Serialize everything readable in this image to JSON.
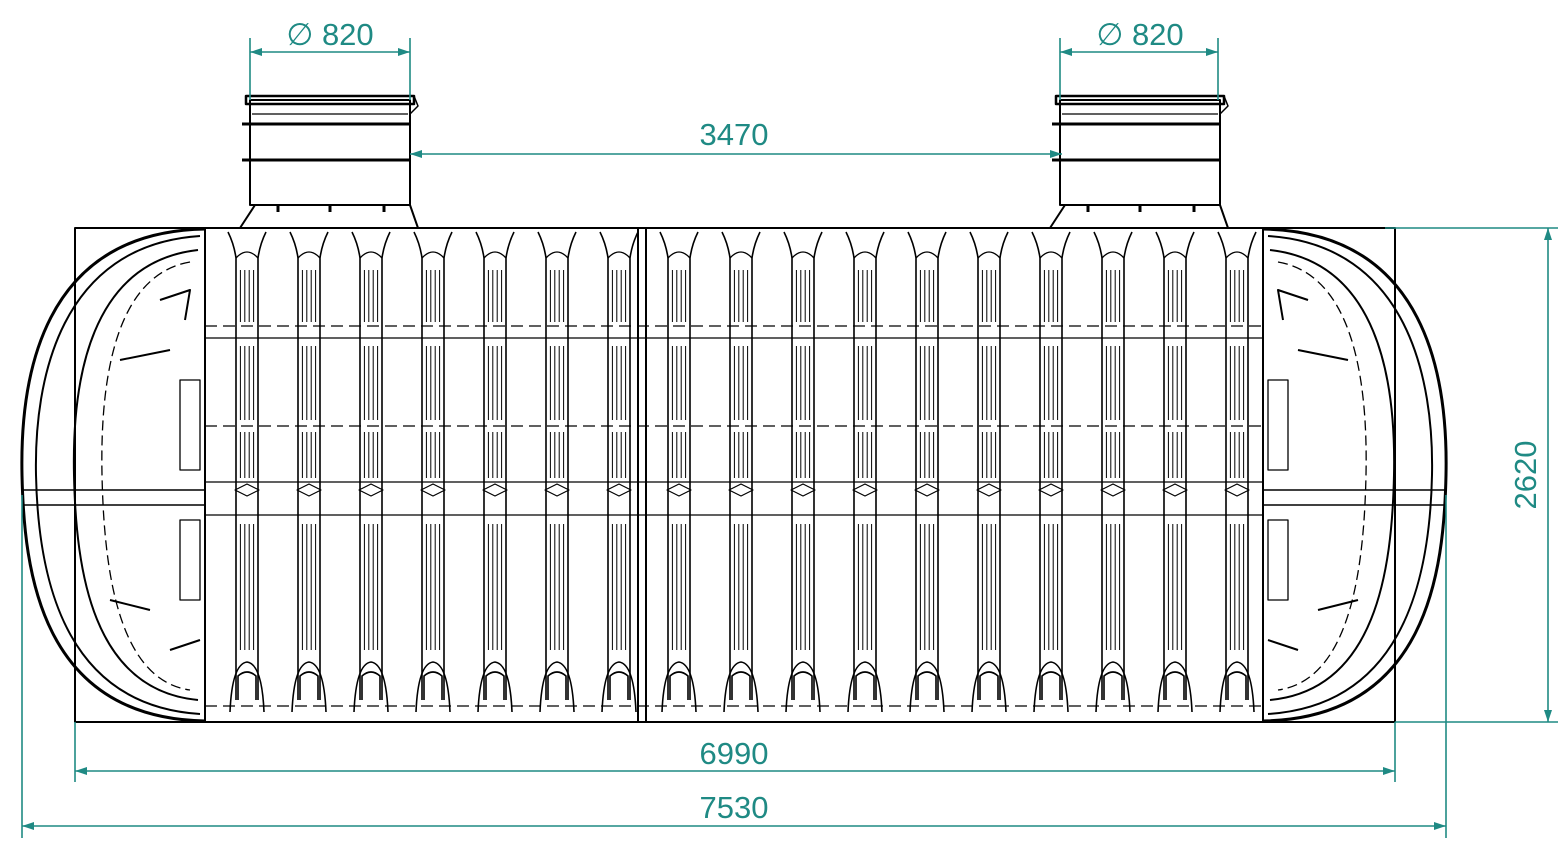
{
  "colors": {
    "outline": "#000000",
    "dimension": "#1f8a84",
    "background": "#ffffff"
  },
  "dimensions": {
    "left_shaft_diameter": "∅ 820",
    "right_shaft_diameter": "∅ 820",
    "shaft_spacing": "3470",
    "body_length": "6990",
    "overall_length": "7530",
    "height": "2620"
  },
  "tank": {
    "ribs_left_section": 7,
    "ribs_right_section": 10
  }
}
